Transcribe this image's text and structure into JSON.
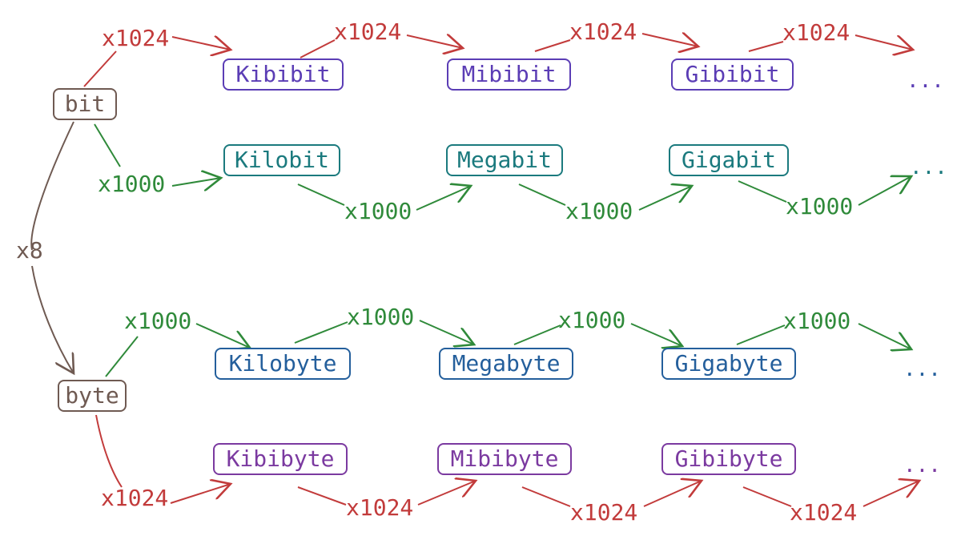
{
  "nodes": {
    "bit": "bit",
    "byte": "byte",
    "kibibit": "Kibibit",
    "mibibit": "Mibibit",
    "gibibit": "Gibibit",
    "kilobit": "Kilobit",
    "megabit": "Megabit",
    "gigabit": "Gigabit",
    "kilobyte": "Kilobyte",
    "megabyte": "Megabyte",
    "gigabyte": "Gigabyte",
    "kibibyte": "Kibibyte",
    "mibibyte": "Mibibyte",
    "gibibyte": "Gibibyte"
  },
  "labels": {
    "x1024": "x1024",
    "x1000": "x1000",
    "x8": "x8",
    "ellipsis": "..."
  },
  "colors": {
    "bit_byte": "#6f5a52",
    "binary_bit": "#5b3db5",
    "decimal_bit": "#1b7a7e",
    "decimal_byte": "#245f9c",
    "binary_byte": "#7b3aa0",
    "x1024_arrow": "#c23b3b",
    "x1000_arrow": "#2f8a3a"
  }
}
